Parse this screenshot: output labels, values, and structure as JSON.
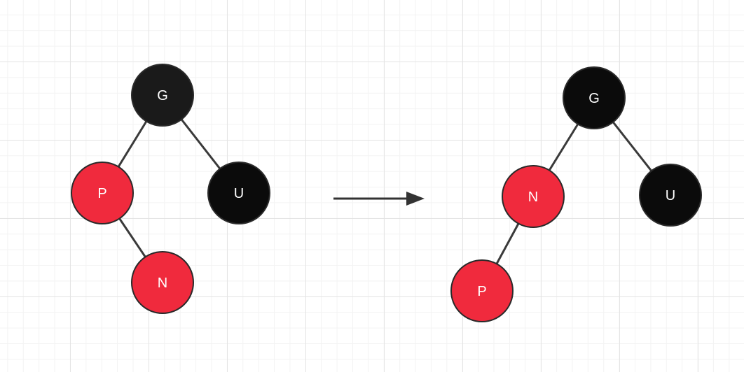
{
  "colors": {
    "black_node": "#0b0b0b",
    "red_node": "#f02a3d",
    "edge": "#3a3a3a",
    "arrow": "#333333",
    "label": "#ffffff"
  },
  "before": {
    "G": "G",
    "P": "P",
    "U": "U",
    "N": "N"
  },
  "after": {
    "G": "G",
    "N": "N",
    "U": "U",
    "P": "P"
  }
}
